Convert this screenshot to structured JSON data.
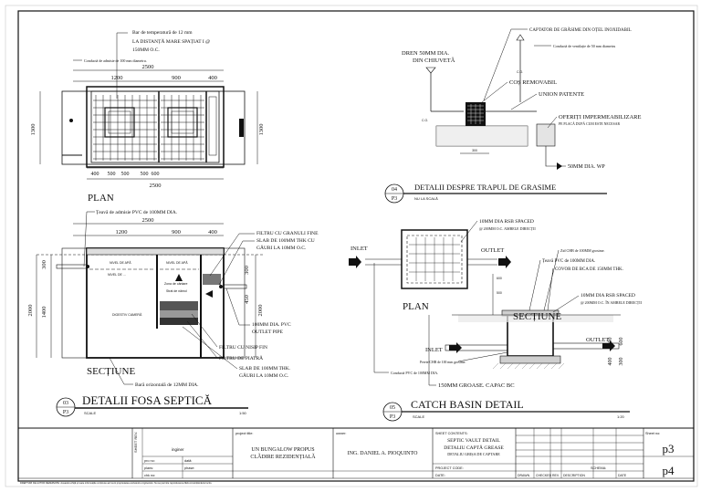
{
  "drawing": {
    "plan_top": {
      "label": "PLAN",
      "note_bars": [
        "Bar de temperatură de 12 mm",
        "LA DISTANȚĂ MARE SPAȚIAT I @",
        "150MM O.C."
      ],
      "note_inlet": "Conductă de admisie de 100 mm diametru.",
      "dims_top": [
        "2500",
        "1200",
        "900",
        "400"
      ],
      "dims_bottom": [
        "400",
        "500",
        "500",
        "500",
        "600",
        "2500"
      ],
      "dims_side": [
        "1300",
        "1300"
      ]
    },
    "section_top": {
      "label": "SECȚIUNE",
      "note_inlet_pipe": "Țeavă de admisie PVC de 100MM DIA.",
      "dim_top": "2500",
      "dims_mid": [
        "1200",
        "900",
        "400"
      ],
      "dims_side": [
        "2000",
        "1400",
        "300",
        "2000",
        "450",
        "300"
      ],
      "notes_right": [
        "FILTRU CU GRANULI FINE",
        "SLAB DE 100MM THK CU",
        "GĂURI LA 10MM O.C.",
        "100MM DIA. PVC",
        "OUTLET PIPE",
        "FILTRU CU NISIP FIN",
        "FILTRU DE PIATRĂ",
        "SLAB DE 100MM THK.",
        "GĂURI LA 10MM O.C."
      ],
      "note_bars_bottom": "Bară orizontală de 12MM DIA.",
      "inner_labels": [
        "NIVEL DE APĂ",
        "NIVEL DE APĂ",
        "Zona de cântare",
        "DIGESTIV CAMERĂ",
        "NIVEL DE ...",
        "Strat de nămol"
      ]
    },
    "title_left": {
      "num": "03",
      "sheet": "P3",
      "title": "DETALII FOSA SEPTICĂ",
      "scale_label": "SCALE",
      "scale_value": "1:50"
    },
    "grease_trap": {
      "labels": [
        "CAPTATOR DE GRĂSIME DIN OȚEL INOXIDABIL",
        "Conductă de ventilație de 50 mm diametru",
        "DREN 50MM DIA.",
        "DIN CHIUVETĂ",
        "COȘ REMOVABIL",
        "UNION PATENTE",
        "OFERIȚI IMPERMEABILIZARE",
        "PE PLACĂ DUPĂ CUM ESTE NECESAR",
        "50MM DIA. WP"
      ],
      "small_notes": [
        "C.O.",
        "C.O."
      ],
      "dim_bottom": "300"
    },
    "title_right_top": {
      "num": "04",
      "sheet": "P3",
      "title": "DETALII DESPRE TRAPUL DE GRASIME",
      "scale_label": "NU LA SCALĂ"
    },
    "catch_basin": {
      "plan_label": "PLAN",
      "section_label": "SECȚIUNE",
      "inlet": "INLET",
      "outlet": "OUTLET",
      "inlet2": "INLET",
      "outlet2": "OUTLET",
      "notes": [
        "10MM DIA RSB SPACED",
        "@ 200MM O.C. AMBELE DIRECȚII",
        "Zid CHB de 100MM grosime.",
        "Țeavă PVC de 100MM DIA.",
        "COVOR DE BCA DE 150MM THK.",
        "10MM DIA RSB SPACED",
        "@ 200MM O.C. ÎN AMBELE DIRECȚII",
        "Perete CHB de 100 mm grosime.",
        "Conductă PVC de 100MM DIA.",
        "150MM GROASE. CAPAC BC"
      ],
      "dims_side": [
        "600",
        "500",
        "600",
        "600",
        "400",
        "300"
      ]
    },
    "title_right_bottom": {
      "num": "05",
      "sheet": "P3",
      "title": "CATCH BASIN DETAIL",
      "scale_label": "SCALE",
      "scale_value": "1:20"
    }
  },
  "title_block": {
    "sheet_rev_label": "SHEET REV.",
    "engineer_label": "inginer",
    "pro_no_label": "pro no:",
    "date_label": "dată:",
    "plans_label": "plans:",
    "phase_label": "phase:",
    "chk_label": "chk no:",
    "project_title_label": "project title:",
    "project_title": [
      "UN BUNGALOW PROPUS",
      "CLĂDIRE REZIDENȚIALĂ"
    ],
    "owner_label": "owner:",
    "owner": "ING. DANIEL A. PIOQUINTO",
    "sheet_contents_label": "SHEET CONTENTS:",
    "sheet_contents": [
      "SEPTIC VAULT DETAIL",
      "DETALIU CAPTĂ GREASE",
      "DETALIU GRIȘA DE CAPTARE"
    ],
    "project_code_label": "PROJECT CODE:",
    "date2_label": "DATE:",
    "schema_label": "SCHEMA:",
    "rev_headers": [
      "DRAWN",
      "CHECKED",
      "REV.",
      "DESCRIPTION",
      "DATE"
    ],
    "sheet_no_label": "Sheet no:",
    "sheet_p3": "p3",
    "sheet_p4": "p4",
    "footnote": "DREPTURI DE AUTOR REZERVATE: Această schiță și toate informațiile conținute aici sunt proprietatea exclusivă a inginerului. Nu se permite reproducerea fără consimțământul scris."
  }
}
